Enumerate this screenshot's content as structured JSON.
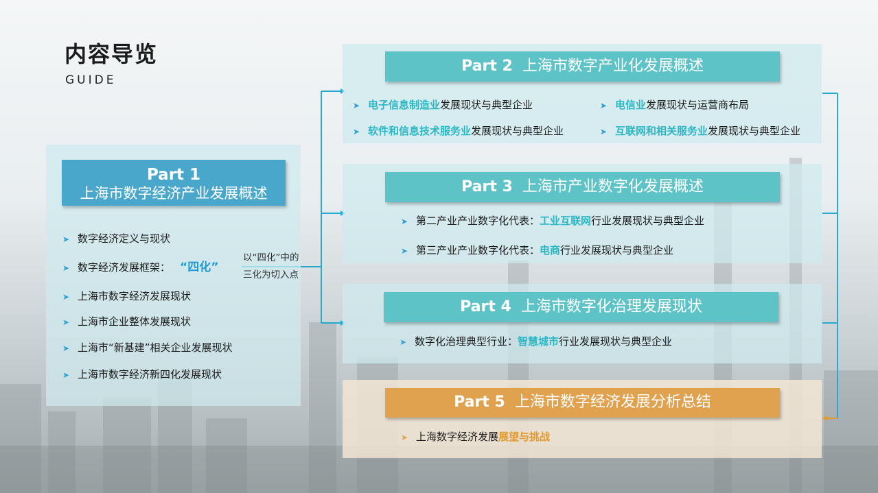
{
  "header": {
    "title": "内容导览",
    "subtitle": "GUIDE"
  },
  "part1": {
    "part_label": "Part 1",
    "title": "上海市数字经济产业发展概述",
    "items": [
      {
        "text": "数字经济定义与现状"
      },
      {
        "text": "数字经济发展框架：",
        "highlight": "“四化”"
      },
      {
        "text": "上海市数字经济发展现状"
      },
      {
        "text": "上海市企业整体发展现状"
      },
      {
        "text": "上海市“新基建”相关企业发展现状"
      },
      {
        "text": "上海市数字经济新四化发展现状"
      }
    ],
    "note_line1": "以“四化”中的",
    "note_line2": "三化为切入点"
  },
  "part2": {
    "part_label": "Part 2",
    "title": "上海市数字产业化发展概述",
    "items": [
      {
        "highlight": "电子信息制造业",
        "text": "发展现状与典型企业"
      },
      {
        "highlight": "电信业",
        "text": "发展现状与运营商布局"
      },
      {
        "highlight": "软件和信息技术服务业",
        "text": "发展现状与典型企业"
      },
      {
        "highlight": "互联网和相关服务业",
        "text": "发展现状与典型企业"
      }
    ]
  },
  "part3": {
    "part_label": "Part 3",
    "title": "上海市产业数字化发展概述",
    "items": [
      {
        "prefix": "第二产业产业数字化代表：",
        "highlight": "工业互联网",
        "text": "行业发展现状与典型企业"
      },
      {
        "prefix": "第三产业产业数字化代表：",
        "highlight": "电商",
        "text": "行业发展现状与典型企业"
      }
    ]
  },
  "part4": {
    "part_label": "Part 4",
    "title": "上海市数字化治理发展现状",
    "items": [
      {
        "prefix": "数字化治理典型行业：",
        "highlight": "智慧城市",
        "text": "行业发展现状与典型企业"
      }
    ]
  },
  "part5": {
    "part_label": "Part 5",
    "title": "上海市数字经济发展分析总结",
    "items": [
      {
        "prefix": "上海数字经济发展",
        "highlight": "展望与挑战"
      }
    ]
  },
  "colors": {
    "blue_banner": "#4aa7cc",
    "teal_banner": "#5ec3c7",
    "orange_banner": "#e0a24f",
    "highlight_teal": "#2bb7c4",
    "highlight_blue": "#1f9bd6",
    "highlight_orange": "#e29a2c"
  },
  "icons": {
    "bullet": "chevron-right-icon"
  }
}
